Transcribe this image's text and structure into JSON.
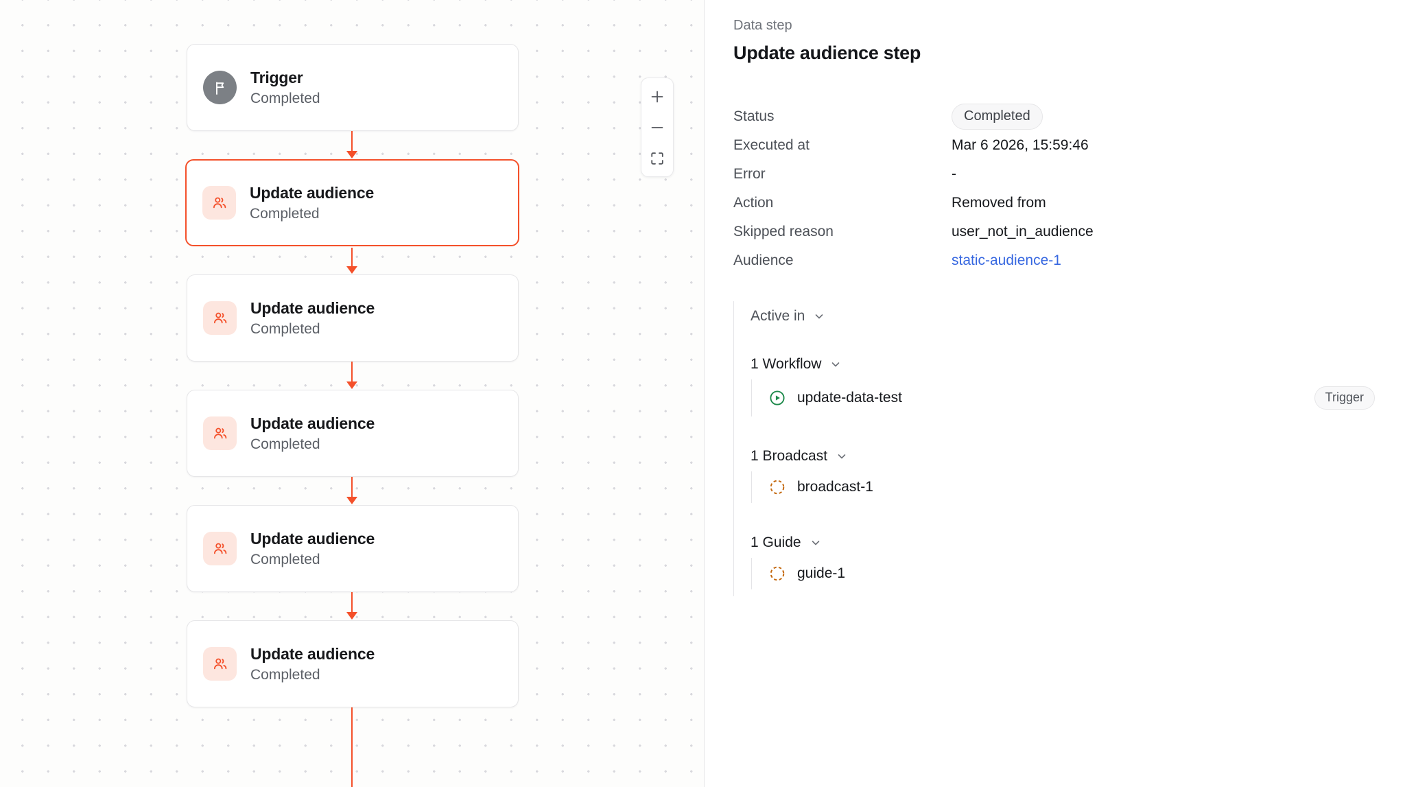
{
  "canvas": {
    "nodes": [
      {
        "title": "Trigger",
        "status": "Completed",
        "icon": "flag-icon",
        "selected": false
      },
      {
        "title": "Update audience",
        "status": "Completed",
        "icon": "users-icon",
        "selected": true
      },
      {
        "title": "Update audience",
        "status": "Completed",
        "icon": "users-icon",
        "selected": false
      },
      {
        "title": "Update audience",
        "status": "Completed",
        "icon": "users-icon",
        "selected": false
      },
      {
        "title": "Update audience",
        "status": "Completed",
        "icon": "users-icon",
        "selected": false
      },
      {
        "title": "Update audience",
        "status": "Completed",
        "icon": "users-icon",
        "selected": false
      }
    ],
    "zoom_controls": [
      {
        "name": "zoom-in",
        "icon": "plus-icon"
      },
      {
        "name": "zoom-out",
        "icon": "minus-icon"
      },
      {
        "name": "fit-view",
        "icon": "fit-screen-icon"
      }
    ],
    "colors": {
      "connector": "#f4502a",
      "selected_border": "#f4502a",
      "dot_grid": "#d8d8dd"
    }
  },
  "panel": {
    "kicker": "Data step",
    "title": "Update audience step",
    "details": [
      {
        "label": "Status",
        "value": "Completed",
        "type": "badge"
      },
      {
        "label": "Executed at",
        "value": "Mar 6 2026, 15:59:46",
        "type": "text"
      },
      {
        "label": "Error",
        "value": "-",
        "type": "text"
      },
      {
        "label": "Action",
        "value": "Removed from",
        "type": "text"
      },
      {
        "label": "Skipped reason",
        "value": "user_not_in_audience",
        "type": "text"
      },
      {
        "label": "Audience",
        "value": "static-audience-1",
        "type": "link"
      }
    ],
    "active_in": {
      "label": "Active in",
      "chevron": "chevron-down-icon",
      "groups": [
        {
          "label": "1 Workflow",
          "chevron": "chevron-down-icon",
          "items": [
            {
              "name": "update-data-test",
              "icon": "play-circle-icon",
              "icon_color": "#1f8a4c",
              "tag": "Trigger"
            }
          ]
        },
        {
          "label": "1 Broadcast",
          "chevron": "chevron-down-icon",
          "items": [
            {
              "name": "broadcast-1",
              "icon": "dashed-circle-icon",
              "icon_color": "#c4690f",
              "tag": ""
            }
          ]
        },
        {
          "label": "1 Guide",
          "chevron": "chevron-down-icon",
          "items": [
            {
              "name": "guide-1",
              "icon": "dashed-circle-icon",
              "icon_color": "#c4690f",
              "tag": ""
            }
          ]
        }
      ]
    },
    "colors": {
      "link": "#3667e0",
      "workflow_icon": "#1f8a4c",
      "entity_icon": "#c4690f"
    }
  }
}
